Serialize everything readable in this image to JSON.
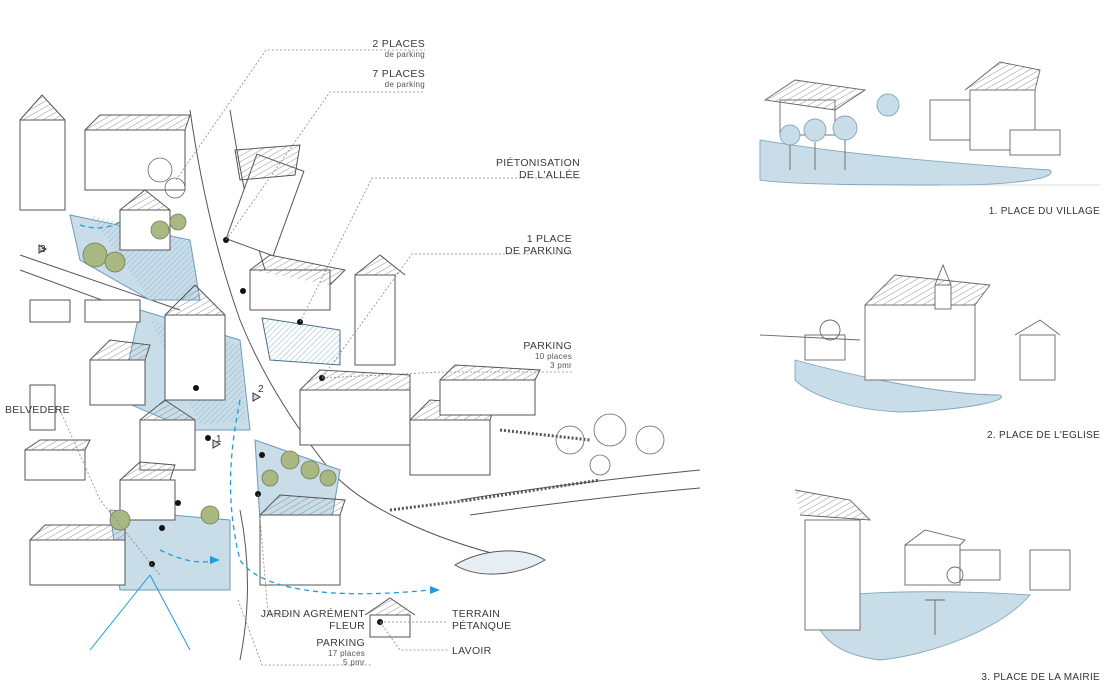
{
  "callouts": {
    "places2": {
      "title": "2 PLACES",
      "sub": "de parking"
    },
    "places7": {
      "title": "7 PLACES",
      "sub": "de parking"
    },
    "pieton": {
      "line1": "PIÉTONISATION",
      "line2": "DE L'ALLÉE"
    },
    "place1": {
      "line1": "1 PLACE",
      "line2": "DE PARKING"
    },
    "parking10": {
      "title": "PARKING",
      "line1": "10 places",
      "line2": "3  pmr"
    },
    "belvedere": "BELVEDERE",
    "jardin": {
      "line1": "JARDIN AGRÉMENT",
      "line2": "FLEUR"
    },
    "parking17": {
      "title": "PARKING",
      "line1": "17 places",
      "line2": "5  pmr"
    },
    "terrain": {
      "line1": "TERRAIN",
      "line2": "PÉTANQUE"
    },
    "lavoir": "LAVOIR"
  },
  "viewpoints": {
    "v1": "1",
    "v2": "2",
    "v3": "3"
  },
  "sketches": {
    "village": "1. PLACE DU VILLAGE",
    "eglise": "2. PLACE DE L'EGLISE",
    "mairie": "3. PLACE DE LA MAIRIE"
  },
  "colors": {
    "water": "#c9dde9",
    "accent": "#1f9bd7",
    "tree": "#a9b883",
    "ink": "#555555"
  }
}
